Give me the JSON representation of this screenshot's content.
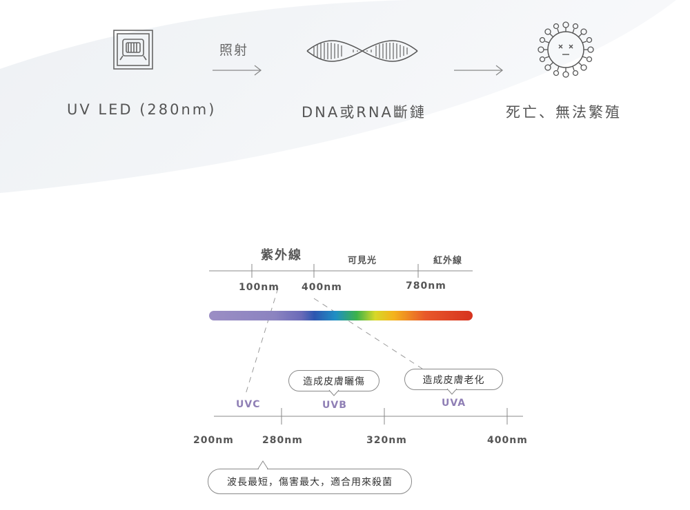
{
  "process": {
    "step1_label": "UV LED (280nm)",
    "arrow1_text": "照射",
    "step2_label": "DNA或RNA斷鏈",
    "step3_label": "死亡、無法繁殖"
  },
  "spectrum": {
    "region_uv": "紫外線",
    "region_visible": "可見光",
    "region_ir": "紅外線",
    "tick_100": "100nm",
    "tick_400": "400nm",
    "tick_780": "780nm"
  },
  "uv_bands": {
    "uvc": "UVC",
    "uvb": "UVB",
    "uva": "UVA",
    "tick_200": "200nm",
    "tick_280": "280nm",
    "tick_320": "320nm",
    "tick_400": "400nm",
    "uvb_note": "造成皮膚曬傷",
    "uva_note": "造成皮膚老化",
    "uvc_note": "波長最短，傷害最大，適合用來殺菌"
  },
  "colors": {
    "band_text": "#8f7fb5",
    "line": "#888888",
    "text": "#555555"
  }
}
